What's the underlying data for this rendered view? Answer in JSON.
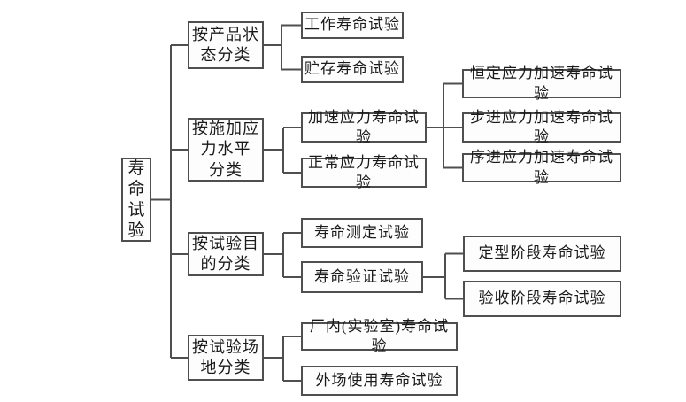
{
  "diagram": {
    "title_meaning": "Life test classification tree",
    "colors": {
      "line": "#4f4f4f",
      "border": "#4f4f4f",
      "text": "#1a1a1a",
      "background": "#ffffff"
    },
    "root_label": "寿\n命\n试\n验",
    "branches": [
      {
        "label": "按产品状\n态分类",
        "children": [
          {
            "label": "工作寿命试验"
          },
          {
            "label": "贮存寿命试验"
          }
        ]
      },
      {
        "label": "按施加应\n力水平\n分类",
        "children": [
          {
            "label": "加速应力寿命试验",
            "children": [
              {
                "label": "恒定应力加速寿命试验"
              },
              {
                "label": "步进应力加速寿命试验"
              },
              {
                "label": "序进应力加速寿命试验"
              }
            ]
          },
          {
            "label": "正常应力寿命试验"
          }
        ]
      },
      {
        "label": "按试验目\n的分类",
        "children": [
          {
            "label": "寿命测定试验"
          },
          {
            "label": "寿命验证试验",
            "children": [
              {
                "label": "定型阶段寿命试验"
              },
              {
                "label": "验收阶段寿命试验"
              }
            ]
          }
        ]
      },
      {
        "label": "按试验场\n地分类",
        "children": [
          {
            "label": "厂内(实验室)寿命试验"
          },
          {
            "label": "外场使用寿命试验"
          }
        ]
      }
    ]
  }
}
